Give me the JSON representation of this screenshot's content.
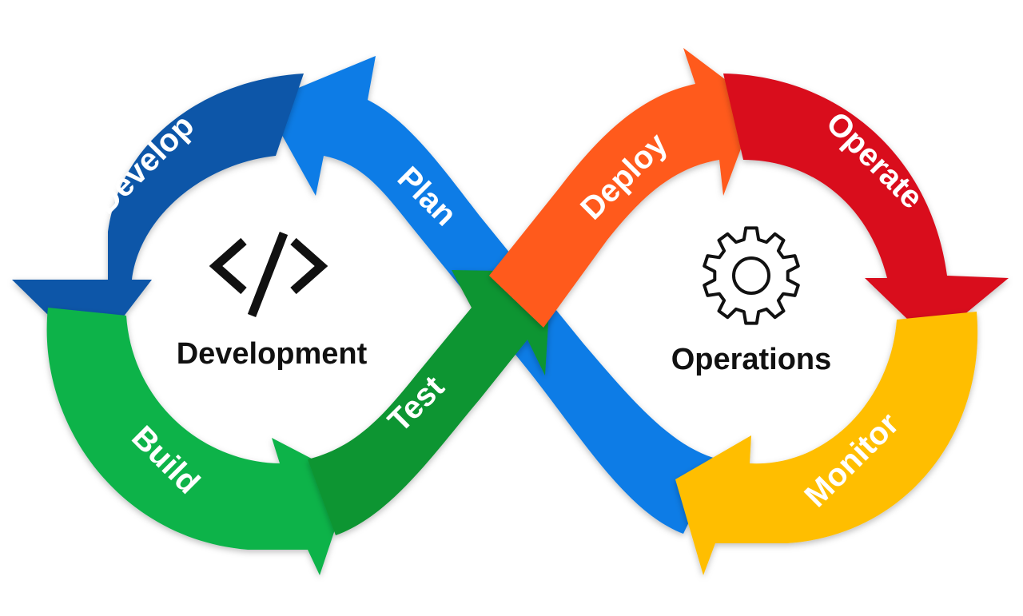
{
  "diagram": {
    "development_label": "Development",
    "operations_label": "Operations"
  },
  "stages": {
    "develop": {
      "label": "Develop",
      "color": "#0D57A8"
    },
    "plan": {
      "label": "Plan",
      "color": "#0E7CE6"
    },
    "build": {
      "label": "Build",
      "color": "#0BB34A"
    },
    "test": {
      "label": "Test",
      "color": "#0F9530"
    },
    "deploy": {
      "label": "Deploy",
      "color": "#FF5A1F"
    },
    "operate": {
      "label": "Operate",
      "color": "#D90A1B"
    },
    "monitor": {
      "label": "Monitor",
      "color": "#FFBE00"
    }
  },
  "icons": {
    "development": "code-brackets-icon",
    "operations": "gear-icon"
  }
}
